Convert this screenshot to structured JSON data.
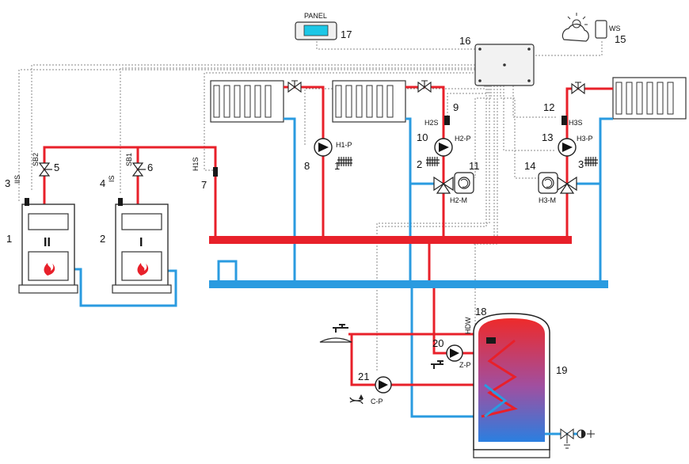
{
  "colors": {
    "supply": "#e8202a",
    "return": "#2a9be0",
    "signal": "#8a8a8a",
    "outline": "#222222",
    "sensor": "#1a1a1a"
  },
  "labels": {
    "n1": "1",
    "n2": "2",
    "n3": "3",
    "n4": "4",
    "n5": "5",
    "n6": "6",
    "n7": "7",
    "n8": "8",
    "n9": "9",
    "n10": "10",
    "n11": "11",
    "n12": "12",
    "n13": "13",
    "n14": "14",
    "n15": "15",
    "n16": "16",
    "n17": "17",
    "n18": "18",
    "n19": "19",
    "n20": "20",
    "n21": "21",
    "panel": "PANEL",
    "ws": "WS",
    "iis": "IIS",
    "is": "IS",
    "sb2": "SB2",
    "sb1": "SB1",
    "h1s": "H1S",
    "h1p": "H1-P",
    "h2s": "H2S",
    "h2p": "H2-P",
    "h2m": "H2-M",
    "h3s": "H3S",
    "h3p": "H3-P",
    "h3m": "H3-M",
    "hdw": "HDW",
    "zp": "Z-P",
    "cp": "C-P",
    "boiler2_mark": "II",
    "boiler1_mark": "I",
    "c1": "1",
    "c2": "2",
    "c3": "3"
  },
  "icons": [
    "radiator-icon",
    "pump-icon",
    "three-way-valve-icon",
    "valve-icon",
    "actuator-icon",
    "boiler-icon",
    "flame-icon",
    "tank-icon",
    "faucet-icon",
    "shower-icon",
    "weather-icon",
    "controller-icon",
    "panel-icon"
  ]
}
